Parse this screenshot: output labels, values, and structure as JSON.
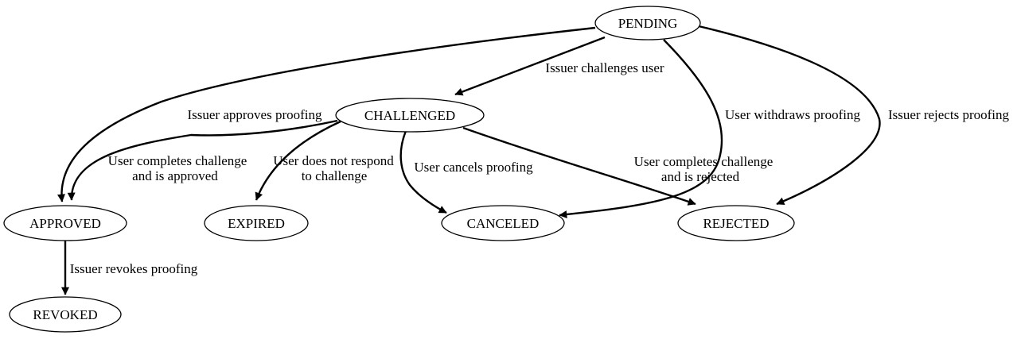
{
  "diagram": {
    "kind": "state-machine",
    "background_color": "#ffffff",
    "line_color": "#000000",
    "text_color": "#000000",
    "nodes": {
      "pending": {
        "label": "PENDING"
      },
      "challenged": {
        "label": "CHALLENGED"
      },
      "approved": {
        "label": "APPROVED"
      },
      "expired": {
        "label": "EXPIRED"
      },
      "canceled": {
        "label": "CANCELED"
      },
      "rejected": {
        "label": "REJECTED"
      },
      "revoked": {
        "label": "REVOKED"
      }
    },
    "edges": {
      "pending_challenged": {
        "from": "PENDING",
        "to": "CHALLENGED",
        "label": "Issuer challenges user"
      },
      "pending_approved": {
        "from": "PENDING",
        "to": "APPROVED",
        "label": "Issuer approves proofing"
      },
      "pending_canceled": {
        "from": "PENDING",
        "to": "CANCELED",
        "label": "User withdraws proofing"
      },
      "pending_rejected": {
        "from": "PENDING",
        "to": "REJECTED",
        "label": "Issuer rejects proofing"
      },
      "challenged_approved": {
        "from": "CHALLENGED",
        "to": "APPROVED",
        "label_lines": [
          "User completes challenge",
          "and is approved"
        ]
      },
      "challenged_expired": {
        "from": "CHALLENGED",
        "to": "EXPIRED",
        "label_lines": [
          "User does not respond",
          "to challenge"
        ]
      },
      "challenged_canceled": {
        "from": "CHALLENGED",
        "to": "CANCELED",
        "label": "User cancels proofing"
      },
      "challenged_rejected": {
        "from": "CHALLENGED",
        "to": "REJECTED",
        "label_lines": [
          "User completes challenge",
          "and is rejected"
        ]
      },
      "approved_revoked": {
        "from": "APPROVED",
        "to": "REVOKED",
        "label": "Issuer revokes proofing"
      }
    }
  }
}
